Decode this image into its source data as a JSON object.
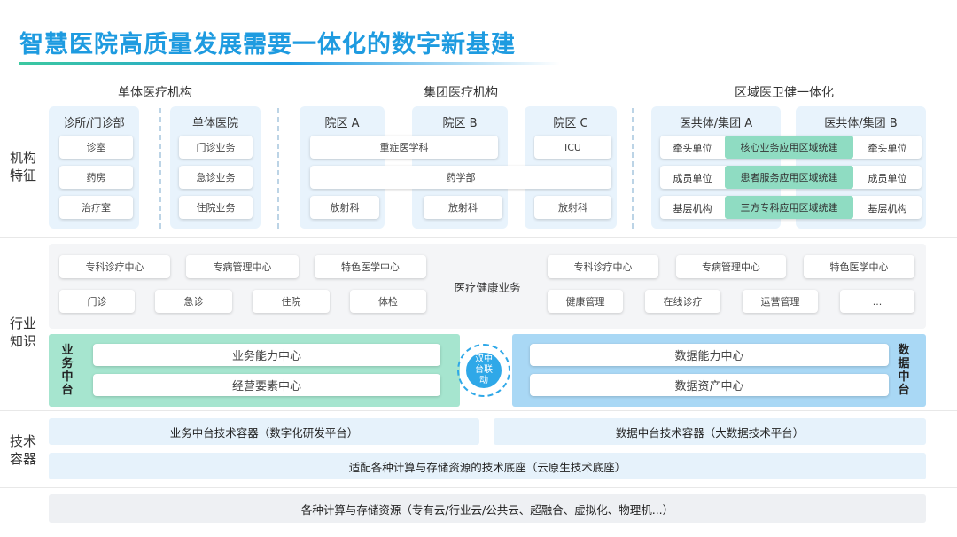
{
  "title": "智慧医院高质量发展需要一体化的数字新基建",
  "row_labels": {
    "org": "机构特征",
    "industry": "行业知识",
    "tech": "技术容器"
  },
  "sections": {
    "single": "单体医疗机构",
    "group": "集团医疗机构",
    "region": "区域医卫健一体化"
  },
  "clinic": {
    "title": "诊所/门诊部",
    "items": [
      "诊室",
      "药房",
      "治疗室"
    ]
  },
  "hospital": {
    "title": "单体医院",
    "items": [
      "门诊业务",
      "急诊业务",
      "住院业务"
    ]
  },
  "campus": {
    "a": "院区 A",
    "b": "院区 B",
    "c": "院区 C",
    "icu": "ICU",
    "critical": "重症医学科",
    "pharmacy": "药学部",
    "radiology": "放射科"
  },
  "region": {
    "a": "医共体/集团 A",
    "b": "医共体/集团 B",
    "rows": [
      {
        "left": "牵头单位",
        "center": "核心业务应用区域统建",
        "right": "牵头单位"
      },
      {
        "left": "成员单位",
        "center": "患者服务应用区域统建",
        "right": "成员单位"
      },
      {
        "left": "基层机构",
        "center": "三方专科应用区域统建",
        "right": "基层机构"
      }
    ]
  },
  "health": {
    "label": "医疗健康业务",
    "left_row1": [
      "专科诊疗中心",
      "专病管理中心",
      "特色医学中心"
    ],
    "left_row2": [
      "门诊",
      "急诊",
      "住院",
      "体检"
    ],
    "right_row1": [
      "专科诊疗中心",
      "专病管理中心",
      "特色医学中心"
    ],
    "right_row2": [
      "健康管理",
      "在线诊疗",
      "运营管理",
      "..."
    ]
  },
  "biz_mid": {
    "label": "业务中台",
    "items": [
      "业务能力中心",
      "经营要素中心"
    ]
  },
  "data_mid": {
    "label": "数据中台",
    "items": [
      "数据能力中心",
      "数据资产中心"
    ]
  },
  "link": "双中台联动",
  "tech": {
    "biz": "业务中台技术容器（数字化研发平台）",
    "data": "数据中台技术容器（大数据技术平台）",
    "base": "适配各种计算与存储资源的技术底座（云原生技术底座）",
    "resources": "各种计算与存储资源（专有云/行业云/公共云、超融合、虚拟化、物理机...）"
  },
  "colors": {
    "accent": "#1e9be0",
    "green": "#8fdcc2",
    "blue": "#a9d8f5"
  }
}
